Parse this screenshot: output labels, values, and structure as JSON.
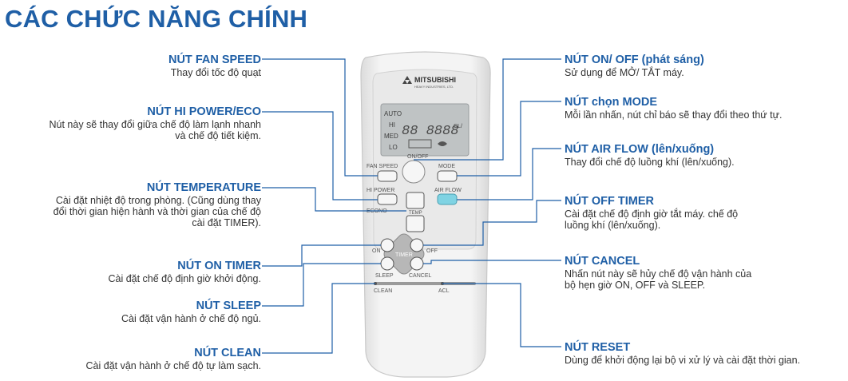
{
  "title": "CÁC CHỨC NĂNG CHÍNH",
  "callouts": {
    "fan_speed": {
      "title": "NÚT FAN SPEED",
      "desc": "Thay đổi tốc độ quạt"
    },
    "hi_power": {
      "title": "NÚT HI POWER/ECO",
      "desc": "Nút này sẽ thay đổi giữa chế độ làm lạnh nhanh\nvà chế độ tiết kiệm."
    },
    "temperature": {
      "title": "NÚT TEMPERATURE",
      "desc": "Cài đặt nhiệt độ trong phòng. (Cũng dùng thay\nđổi thời gian hiện hành và thời gian của chế độ\ncài đặt TIMER)."
    },
    "on_timer": {
      "title": "NÚT ON TIMER",
      "desc": "Cài đặt chế độ định giờ khởi động."
    },
    "sleep": {
      "title": "NÚT SLEEP",
      "desc": "Cài đặt vận hành ở chế độ ngủ."
    },
    "clean": {
      "title": "NÚT CLEAN",
      "desc": "Cài đặt vận hành ở chế độ tự làm sạch."
    },
    "on_off": {
      "title": "NÚT ON/ OFF (phát sáng)",
      "desc": "Sử dụng để MỞ/ TẮT máy."
    },
    "mode": {
      "title": "NÚT chọn MODE",
      "desc": "Mỗi lần nhấn, nút chỉ báo sẽ thay đổi theo thứ tự."
    },
    "air_flow": {
      "title": "NÚT AIR FLOW (lên/xuống)",
      "desc": "Thay đổi chế độ luồng khí (lên/xuống)."
    },
    "off_timer": {
      "title": "NÚT OFF TIMER",
      "desc": "Cài đặt chế độ định giờ tắt máy. chế độ\nluồng khí (lên/xuống)."
    },
    "cancel": {
      "title": "NÚT CANCEL",
      "desc": "Nhấn nút này sẽ hủy chế độ vận hành của\nbộ hẹn giờ ON, OFF và SLEEP."
    },
    "reset": {
      "title": "NÚT RESET",
      "desc": "Dùng để khởi động lại bộ vi xử lý và cài đặt thời gian."
    }
  },
  "remote": {
    "brand": "MITSUBISHI",
    "brand_sub": "HEAVY INDUSTRIES, LTD.",
    "lcd_left_labels": [
      "AUTO",
      "HI",
      "MED",
      "LO"
    ],
    "lcd_digits": "88 8888",
    "lcd_right_label": "CL/",
    "btn_fan_speed": "FAN SPEED",
    "btn_on_off": "ON/OFF",
    "btn_mode": "MODE",
    "btn_hi_power": "HI POWER",
    "btn_economy": "ECONO",
    "btn_air_flow": "AIR FLOW",
    "btn_temp": "TEMP",
    "btn_timer": "TIMER",
    "btn_on": "ON",
    "btn_off": "OFF",
    "btn_sleep": "SLEEP",
    "btn_cancel": "CANCEL",
    "btn_clean": "CLEAN",
    "btn_acl": "ACL"
  },
  "colors": {
    "accent": "#1f5fa6",
    "line": "#1f5fa6",
    "air_flow_button": "#7fd3e3"
  }
}
